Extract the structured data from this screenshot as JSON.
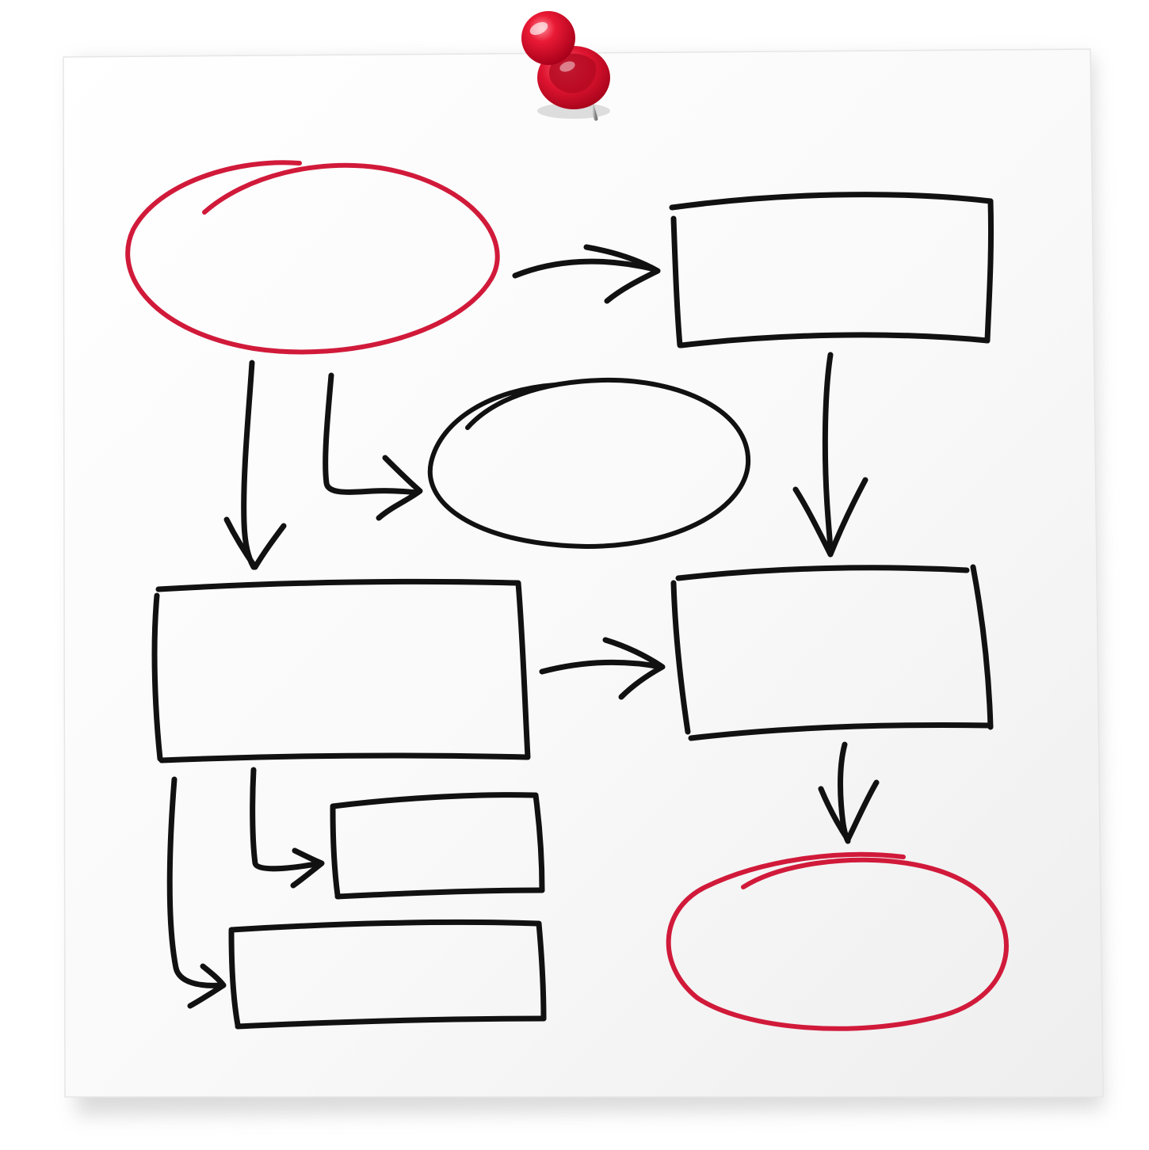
{
  "diagram": {
    "kind": "hand-drawn flowchart template on pinned paper note",
    "labels_visible": false
  },
  "colors": {
    "paper": "#f6f6f6",
    "ink": "#111111",
    "accent": "#d11a3a",
    "pin_red": "#e3112b",
    "shadow": "#cfcfcf"
  },
  "icons": {
    "pin": "push-pin-icon"
  },
  "nodes": [
    {
      "id": "start",
      "shape": "ellipse",
      "stroke": "accent"
    },
    {
      "id": "box-top-right",
      "shape": "rectangle",
      "stroke": "ink"
    },
    {
      "id": "middle-oval",
      "shape": "ellipse",
      "stroke": "ink"
    },
    {
      "id": "box-left",
      "shape": "rectangle",
      "stroke": "ink"
    },
    {
      "id": "box-right",
      "shape": "rectangle",
      "stroke": "ink"
    },
    {
      "id": "small-box-upper",
      "shape": "rectangle",
      "stroke": "ink"
    },
    {
      "id": "small-box-lower",
      "shape": "rectangle",
      "stroke": "ink"
    },
    {
      "id": "end",
      "shape": "ellipse",
      "stroke": "accent"
    }
  ],
  "edges": [
    {
      "from": "start",
      "to": "box-top-right"
    },
    {
      "from": "start",
      "to": "box-left"
    },
    {
      "from": "start",
      "to": "middle-oval"
    },
    {
      "from": "box-top-right",
      "to": "box-right"
    },
    {
      "from": "box-left",
      "to": "box-right"
    },
    {
      "from": "box-left",
      "to": "small-box-upper"
    },
    {
      "from": "box-left",
      "to": "small-box-lower"
    },
    {
      "from": "box-right",
      "to": "end"
    }
  ]
}
